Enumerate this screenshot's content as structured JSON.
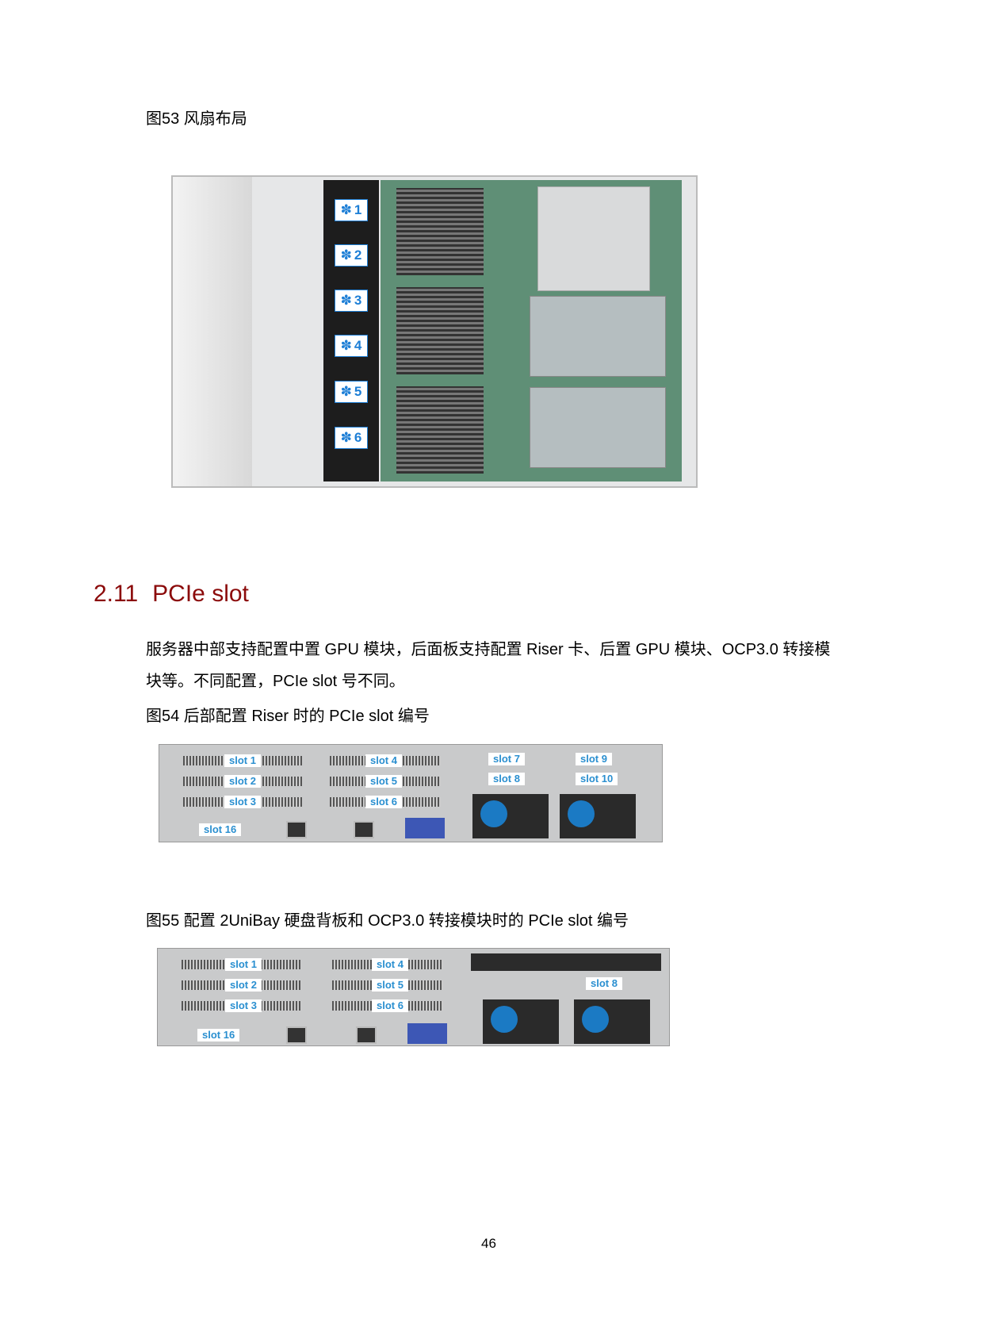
{
  "figure53": {
    "caption": "图53  风扇布局",
    "fans": [
      "1",
      "2",
      "3",
      "4",
      "5",
      "6"
    ],
    "icon": "fan-icon"
  },
  "section": {
    "number": "2.11",
    "title": "PCIe slot"
  },
  "paragraph": {
    "line1": "服务器中部支持配置中置 GPU 模块，后面板支持配置 Riser 卡、后置 GPU 模块、OCP3.0 转接模",
    "line2": "块等。不同配置，PCIe slot 号不同。"
  },
  "figure54": {
    "caption": "图54  后部配置 Riser 时的 PCIe slot 编号",
    "slots": [
      "slot 1",
      "slot 2",
      "slot 3",
      "slot 4",
      "slot 5",
      "slot 6",
      "slot 7",
      "slot 8",
      "slot 9",
      "slot 10",
      "slot 16"
    ]
  },
  "figure55": {
    "caption": "图55  配置 2UniBay 硬盘背板和 OCP3.0 转接模块时的 PCIe slot 编号",
    "slots": [
      "slot 1",
      "slot 2",
      "slot 3",
      "slot 4",
      "slot 5",
      "slot 6",
      "slot 8",
      "slot 16"
    ]
  },
  "page_number": "46",
  "colors": {
    "heading": "#8b0a0a",
    "slot_label": "#2a8fd0",
    "fan_label": "#1e7fd6"
  }
}
